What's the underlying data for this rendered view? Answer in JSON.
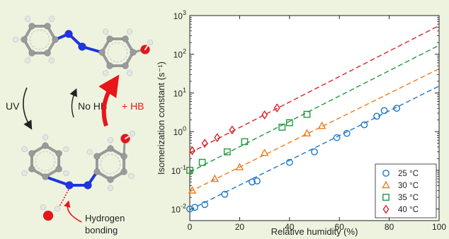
{
  "scheme": {
    "uv_label": "UV",
    "no_hb_label": "No HB",
    "plus_hb_label": "+ HB",
    "hydrogen_bonding_lines": [
      "Hydrogen",
      "bonding"
    ]
  },
  "colors": {
    "background": "#eef3df",
    "carbon": "#9a9a9a",
    "hydrogen": "#e6e6e6",
    "nitrogen": "#1e35e0",
    "oxygen": "#e8161a",
    "arrow_red": "#e8161a"
  },
  "chart_data": {
    "type": "scatter",
    "xlabel": "Relative humidity (%)",
    "ylabel": "Isomerization constant (s⁻¹)",
    "xlim": [
      0,
      100
    ],
    "ylim": [
      0.005,
      1000
    ],
    "y_scale": "log",
    "x_ticks": [
      "0",
      "20",
      "40",
      "60",
      "80",
      "100"
    ],
    "y_ticks": [
      {
        "base": "10",
        "exp": "-2"
      },
      {
        "base": "10",
        "exp": "-1"
      },
      {
        "base": "10",
        "exp": "0"
      },
      {
        "base": "10",
        "exp": "1"
      },
      {
        "base": "10",
        "exp": "2"
      },
      {
        "base": "10",
        "exp": "3"
      }
    ],
    "legend_position": "bottom-right",
    "series": [
      {
        "name": "25 °C",
        "color": "#1f77c8",
        "marker": "circle",
        "x": [
          0,
          2,
          6,
          14,
          25,
          27,
          40,
          50,
          59,
          63,
          70,
          75,
          78,
          83
        ],
        "y": [
          0.01,
          0.011,
          0.013,
          0.024,
          0.05,
          0.053,
          0.16,
          0.3,
          0.7,
          0.9,
          1.5,
          2.5,
          3.5,
          4.0
        ],
        "fit": [
          0.0095,
          15
        ]
      },
      {
        "name": "30 °C",
        "color": "#f07c1b",
        "marker": "triangle",
        "x": [
          1,
          10,
          20,
          30,
          47,
          53
        ],
        "y": [
          0.03,
          0.06,
          0.12,
          0.28,
          0.9,
          1.4
        ],
        "fit": [
          0.028,
          42
        ]
      },
      {
        "name": "35 °C",
        "color": "#1f9a3c",
        "marker": "square",
        "x": [
          0,
          5,
          15,
          22,
          37,
          40,
          47
        ],
        "y": [
          0.1,
          0.16,
          0.3,
          0.55,
          1.3,
          1.7,
          2.8
        ],
        "fit": [
          0.09,
          170
        ]
      },
      {
        "name": "40 °C",
        "color": "#d9232a",
        "marker": "diamond",
        "x": [
          1,
          6,
          11,
          17,
          30,
          35
        ],
        "y": [
          0.32,
          0.5,
          0.7,
          1.1,
          2.7,
          4.1
        ],
        "fit": [
          0.28,
          550
        ]
      }
    ]
  }
}
